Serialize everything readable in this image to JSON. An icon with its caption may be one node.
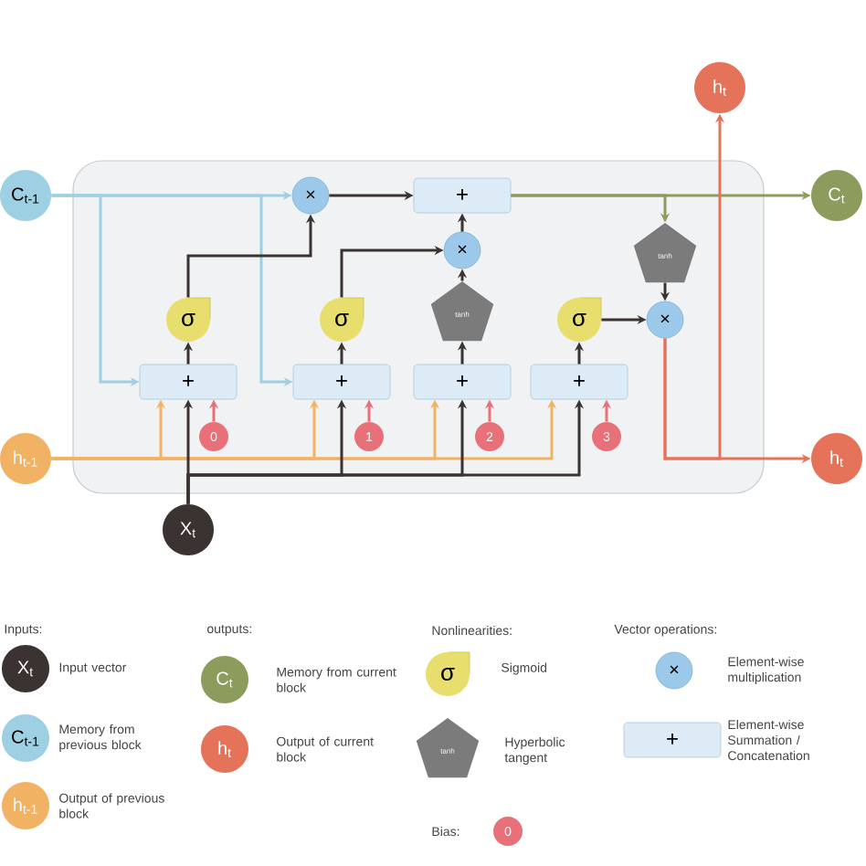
{
  "diagram": {
    "nodes": [
      {
        "text": [],
        "shape": "box"
      },
      {
        "text": [
          "C$_{t-1}$"
        ]
      },
      {
        "text": [
          "h$_{t-1}$"
        ]
      },
      {
        "text": [
          "X$_{t}$"
        ]
      },
      {
        "text": [
          "×"
        ],
        "in": 0
      },
      {
        "text": [
          "+"
        ],
        "in": 0
      },
      {
        "text": [
          "σ"
        ],
        "in": 0
      },
      {
        "text": [
          "σ"
        ],
        "in": 0
      },
      {
        "text": [
          "tanh"
        ],
        "in": 0
      },
      {
        "text": [
          "×"
        ],
        "in": 0
      },
      {
        "text": [
          "tanh"
        ],
        "in": 0
      },
      {
        "text": [
          "σ"
        ],
        "in": 0
      },
      {
        "text": [
          "×"
        ],
        "in": 0
      },
      {
        "text": [
          "+"
        ],
        "in": 0
      },
      {
        "text": [
          "+"
        ],
        "in": 0
      },
      {
        "text": [
          "+"
        ],
        "in": 0
      },
      {
        "text": [
          "+"
        ],
        "in": 0
      },
      {
        "text": [
          "0"
        ],
        "in": 0
      },
      {
        "text": [
          "1"
        ],
        "in": 0
      },
      {
        "text": [
          "2"
        ],
        "in": 0
      },
      {
        "text": [
          "3"
        ],
        "in": 0
      },
      {
        "text": [
          "C$_{t}$"
        ]
      },
      {
        "text": [
          "h$_{t}$"
        ]
      },
      {
        "text": [
          "h$_{t}$"
        ]
      },
      {
        "text": [
          "X$_{t}$"
        ],
        "beside": [
          "Input vector"
        ]
      },
      {
        "text": [
          "C$_{t-1}$"
        ],
        "beside": [
          "Memory from previous block"
        ]
      },
      {
        "text": [
          "h$_{t-1}$"
        ],
        "beside": [
          "Output of previous block"
        ]
      },
      {
        "text": [
          "C$_{t}$"
        ],
        "beside": [
          "Memory from current block"
        ]
      },
      {
        "text": [
          "h$_{t}$"
        ],
        "beside": [
          "Output of current block"
        ]
      },
      {
        "text": [
          "σ"
        ],
        "beside": [
          "Sigmoid"
        ]
      },
      {
        "text": [
          "tanh"
        ],
        "beside": [
          "Hyperbolic tangent"
        ]
      },
      {
        "text": [
          "×"
        ],
        "beside": [
          "Element-wise multiplication"
        ]
      },
      {
        "text": [
          "+"
        ],
        "beside": [
          "Element-wise Summation / Concatenation"
        ]
      },
      {
        "text": [
          "0"
        ]
      }
    ],
    "edges": [
      {
        "from": 1,
        "to": 4,
        "arrow": "to",
        "color": "#9ed0e3"
      },
      {
        "from": 1,
        "to": 13,
        "arrow": "to",
        "color": "#9ed0e3"
      },
      {
        "from": 1,
        "to": 14,
        "arrow": "to",
        "color": "#9ed0e3"
      },
      {
        "from": 4,
        "to": 5,
        "arrow": "to"
      },
      {
        "from": 6,
        "to": 4,
        "arrow": "to"
      },
      {
        "from": 7,
        "to": 9,
        "arrow": "to"
      },
      {
        "from": 8,
        "to": 9,
        "arrow": "to"
      },
      {
        "from": 9,
        "to": 5,
        "arrow": "to"
      },
      {
        "from": 5,
        "to": 21,
        "arrow": "to",
        "color": "#8c9c5c"
      },
      {
        "from": 5,
        "to": 10,
        "arrow": "to",
        "color": "#8c9c5c"
      },
      {
        "from": 10,
        "to": 12,
        "arrow": "to"
      },
      {
        "from": 11,
        "to": 12,
        "arrow": "to"
      },
      {
        "from": 12,
        "to": 23,
        "arrow": "to",
        "color": "#e5735a"
      },
      {
        "from": 12,
        "to": 22,
        "arrow": "to",
        "color": "#e5735a"
      },
      {
        "from": 13,
        "to": 6,
        "arrow": "to"
      },
      {
        "from": 14,
        "to": 7,
        "arrow": "to"
      },
      {
        "from": 15,
        "to": 8,
        "arrow": "to"
      },
      {
        "from": 16,
        "to": 11,
        "arrow": "to"
      },
      {
        "from": 2,
        "to": 13,
        "arrow": "to",
        "color": "#f2b263"
      },
      {
        "from": 2,
        "to": 14,
        "arrow": "to",
        "color": "#f2b263"
      },
      {
        "from": 2,
        "to": 15,
        "arrow": "to",
        "color": "#f2b263"
      },
      {
        "from": 2,
        "to": 16,
        "arrow": "to",
        "color": "#f2b263"
      },
      {
        "from": 3,
        "to": 13,
        "arrow": "to"
      },
      {
        "from": 3,
        "to": 14,
        "arrow": "to"
      },
      {
        "from": 3,
        "to": 15,
        "arrow": "to"
      },
      {
        "from": 3,
        "to": 16,
        "arrow": "to"
      },
      {
        "from": 17,
        "to": 13,
        "arrow": "to",
        "color": "#e87078"
      },
      {
        "from": 18,
        "to": 14,
        "arrow": "to",
        "color": "#e87078"
      },
      {
        "from": 19,
        "to": 15,
        "arrow": "to",
        "color": "#e87078"
      },
      {
        "from": 20,
        "to": 16,
        "arrow": "to",
        "color": "#e87078"
      }
    ],
    "labels": [
      "Inputs:",
      "outputs:",
      "Nonlinearities:",
      "Vector operations:",
      "Bias:"
    ]
  }
}
